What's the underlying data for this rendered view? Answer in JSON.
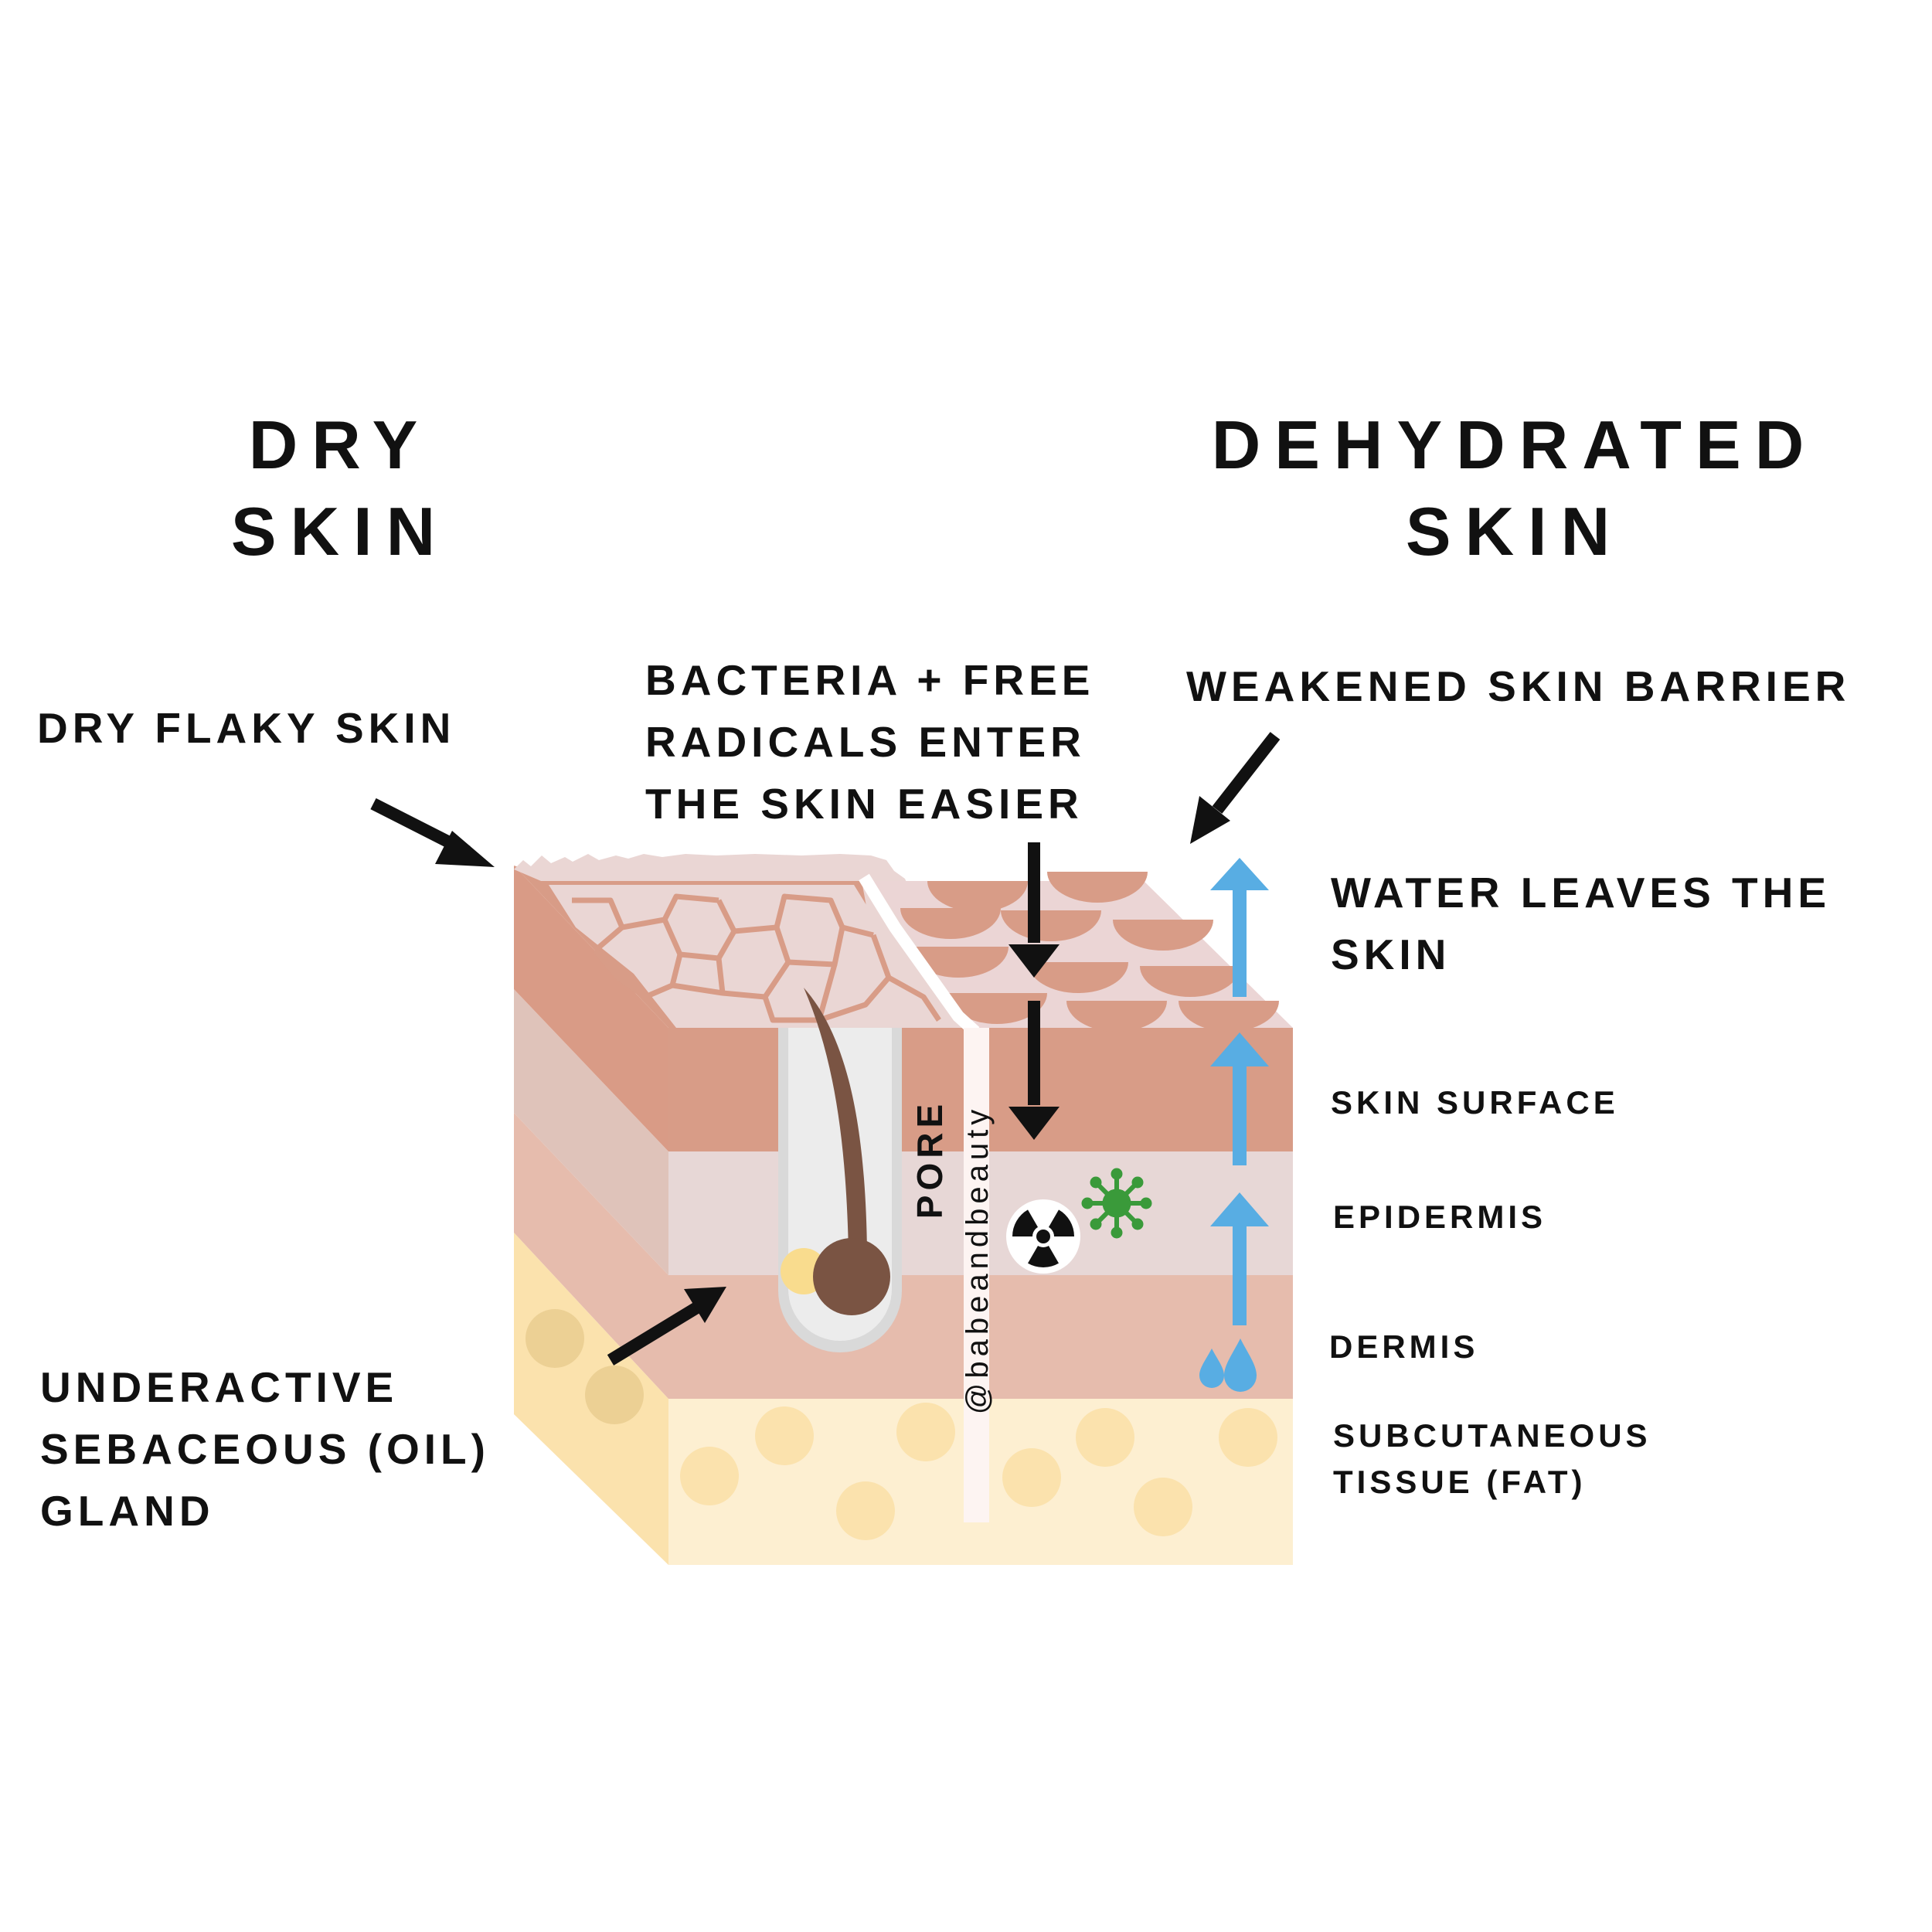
{
  "titles": {
    "dry_line1": "DRY",
    "dry_line2": "SKIN",
    "dehydrated_line1": "DEHYDRATED",
    "dehydrated_line2": "SKIN"
  },
  "labels": {
    "dry_flaky": "DRY FLAKY SKIN",
    "bacteria_line1": "BACTERIA + FREE",
    "bacteria_line2": "RADICALS ENTER",
    "bacteria_line3": "THE SKIN EASIER",
    "weakened_barrier": "WEAKENED SKIN BARRIER",
    "water_line1": "WATER LEAVES THE",
    "water_line2": "SKIN",
    "underactive_line1": "UNDERACTIVE",
    "underactive_line2": "SEBACEOUS (OIL)",
    "underactive_line3": "GLAND",
    "pore": "PORE",
    "watermark": "@babeandbeauty"
  },
  "layers": {
    "skin_surface": "SKIN SURFACE",
    "epidermis": "EPIDERMIS",
    "dermis": "DERMIS",
    "subcutaneous_line1": "SUBCUTANEOUS",
    "subcutaneous_line2": "TISSUE (FAT)"
  },
  "colors": {
    "surface": "#d89c87",
    "epidermis": "#e7d7d6",
    "dermis": "#e6bcad",
    "fat": "#fdefd1",
    "fat_side": "#fbe2ad",
    "water_arrow": "#58ade3",
    "bacteria": "#3a9a3a"
  }
}
